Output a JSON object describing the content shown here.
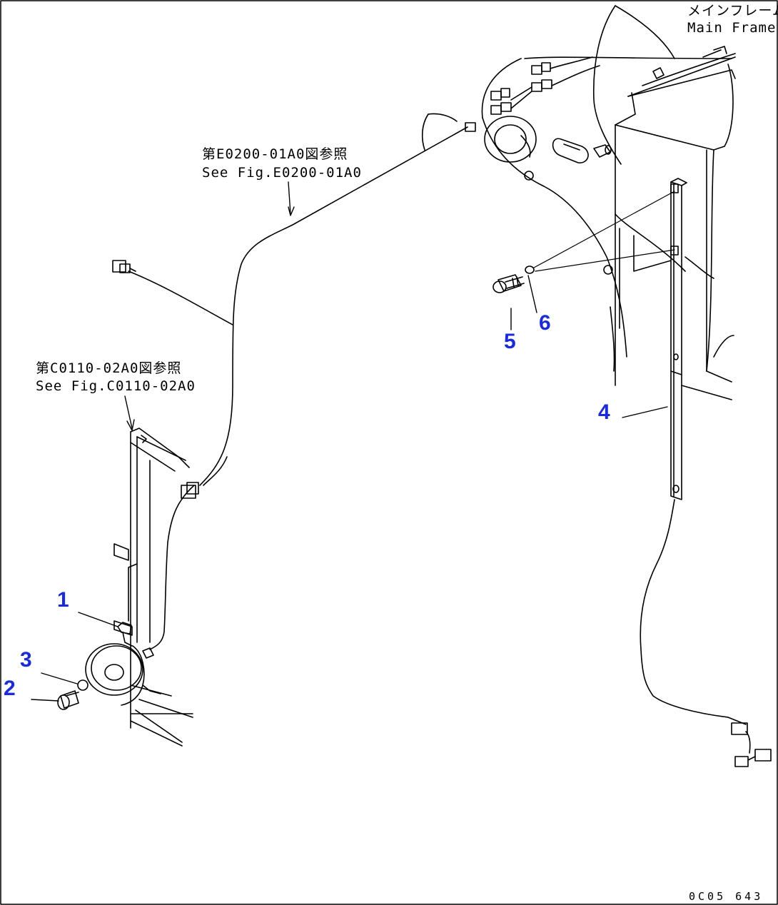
{
  "labels": {
    "main_frame_jp": "メインフレーム",
    "main_frame_en": "Main Frame",
    "ref_e0200_jp": "第E0200-01A0図参照",
    "ref_e0200_en": "See Fig.E0200-01A0",
    "ref_c0110_jp": "第C0110-02A0図参照",
    "ref_c0110_en": "See Fig.C0110-02A0"
  },
  "callouts": {
    "n1": "1",
    "n2": "2",
    "n3": "3",
    "n4": "4",
    "n5": "5",
    "n6": "6"
  },
  "drawing_code": "0C05 643",
  "colors": {
    "callout": "#1b2bd6",
    "line": "#000000"
  }
}
